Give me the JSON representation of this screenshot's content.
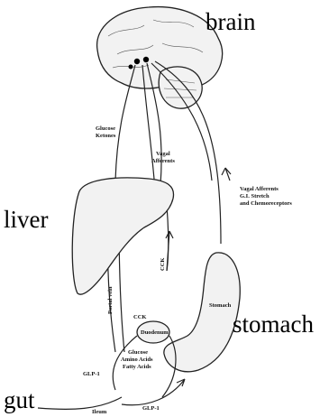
{
  "labels": {
    "brain": "brain",
    "liver": "liver",
    "stomach": "stomach",
    "gut": "gut"
  },
  "annotations": {
    "glucose": "Glucose",
    "ketones": "Ketones",
    "vagal": "Vagal",
    "afferents": "Afferents",
    "vagal_afferents": "Vagal Afferents",
    "gi_stretch": "G.I. Stretch",
    "chemoreceptors": "and Chemoreceptors",
    "cck_vertical": "CCK",
    "cck": "CCK",
    "portal_vein": "Portal vein",
    "stomach_inner": "Stomach",
    "duodenum": "Duodenum",
    "glucose2": "Glucose",
    "amino_acids": "Amino Acids",
    "fatty_acids": "Fatty Acids",
    "glp1_left": "GLP-1",
    "glp1_bottom": "GLP-1",
    "ileum": "Ileum"
  }
}
